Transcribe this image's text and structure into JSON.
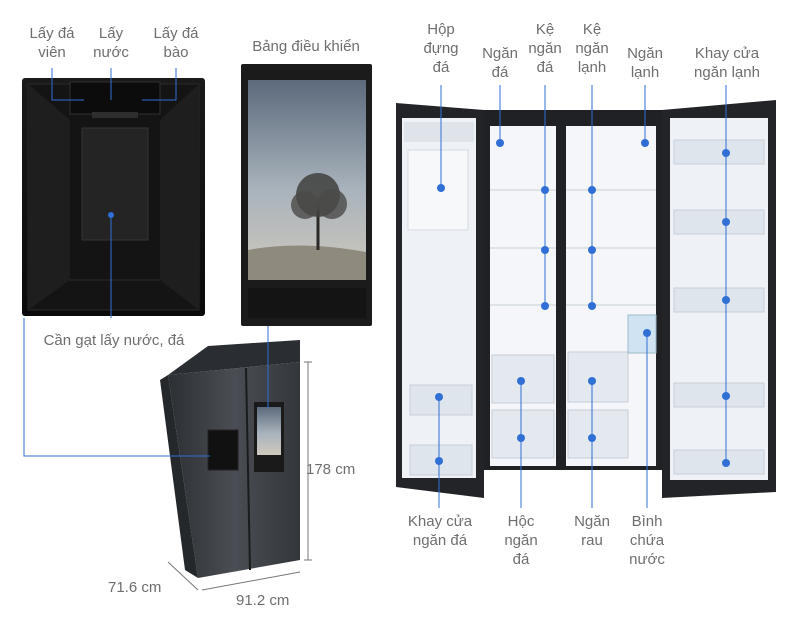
{
  "colors": {
    "label_text": "#6e6e6e",
    "leader_line": "#2f6fd6",
    "marker_dot": "#2f6fd6",
    "fridge_body": "#3a3d42",
    "interior_light": "#f3f5f8",
    "panel_frame": "#1c1c1c"
  },
  "dispenser_labels": {
    "ice_cubes": "Lấy đá\nviên",
    "water": "Lấy\nnước",
    "crushed_ice": "Lấy đá\nbào"
  },
  "panel_label": "Bảng điều khiển",
  "lever_label": "Cần gạt lấy nước, đá",
  "interior_top_labels": {
    "ice_box": "Hộp\nđựng\nđá",
    "freezer_compartment": "Ngăn\nđá",
    "freezer_shelf": "Kệ\nngăn\nđá",
    "fridge_shelf": "Kệ\nngăn\nlạnh",
    "fridge_compartment": "Ngăn\nlạnh",
    "fridge_door_tray": "Khay cửa\nngăn lạnh"
  },
  "interior_bottom_labels": {
    "freezer_door_tray": "Khay cửa\nngăn đá",
    "freezer_drawer": "Hộc\nngăn\nđá",
    "vegetable_drawer": "Ngăn\nrau",
    "water_tank": "Bình\nchứa\nnước"
  },
  "dimensions": {
    "height": "178 cm",
    "depth": "71.6 cm",
    "width": "91.2 cm"
  }
}
